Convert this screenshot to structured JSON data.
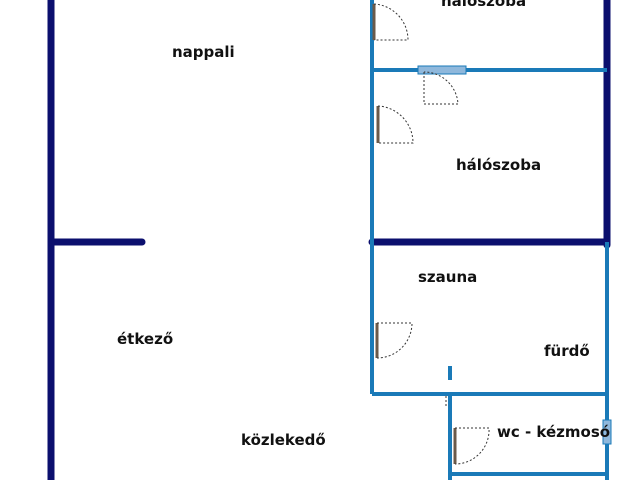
{
  "rooms": {
    "top_bedroom": "hálószoba",
    "living_room": "nappali",
    "bedroom": "hálószoba",
    "sauna": "szauna",
    "dining": "étkező",
    "bathroom": "fürdő",
    "hallway": "közlekedő",
    "wc": "wc - kézmosó"
  },
  "colors": {
    "outer_wall": "#0b0f6e",
    "inner_wall": "#1a7ab8",
    "door_leaf": "#6b5a4a",
    "door_swing": "#333333",
    "window": "#8fb8dc"
  }
}
